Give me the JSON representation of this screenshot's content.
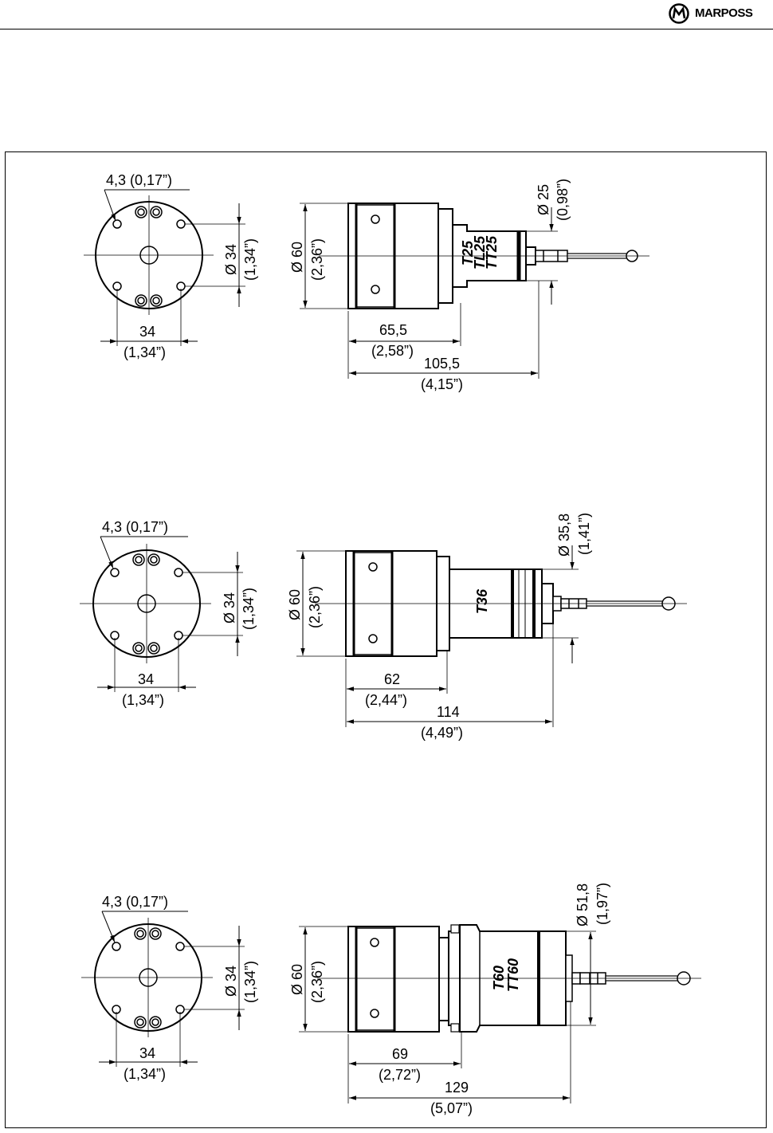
{
  "header": {
    "brand_name": "MARPOSS",
    "logo_icon": "marposs-logo-icon"
  },
  "views": [
    {
      "hole": "4,3  (0,17”)",
      "bolt_dia": "Ø 34",
      "bolt_dia_in": "(1,34”)",
      "bolt_span": "34",
      "bolt_span_in": "(1,34”)",
      "body_dia": "Ø 60",
      "body_dia_in": "(2,36”)",
      "head_dia": "Ø 25",
      "head_dia_in": "(0,98”)",
      "len1": "65,5",
      "len1_in": "(2,58”)",
      "len2": "105,5",
      "len2_in": "(4,15”)",
      "labels": [
        "T25",
        "TL25",
        "TT25"
      ]
    },
    {
      "hole": "4,3  (0,17”)",
      "bolt_dia": "Ø 34",
      "bolt_dia_in": "(1,34”)",
      "bolt_span": "34",
      "bolt_span_in": "(1,34”)",
      "body_dia": "Ø 60",
      "body_dia_in": "(2,36”)",
      "head_dia": "Ø 35,8",
      "head_dia_in": "(1,41”)",
      "len1": "62",
      "len1_in": "(2,44”)",
      "len2": "114",
      "len2_in": "(4,49”)",
      "labels": [
        "T36"
      ]
    },
    {
      "hole": "4,3  (0,17”)",
      "bolt_dia": "Ø 34",
      "bolt_dia_in": "(1,34”)",
      "bolt_span": "34",
      "bolt_span_in": "(1,34”)",
      "body_dia": "Ø 60",
      "body_dia_in": "(2,36”)",
      "head_dia": "Ø 51,8",
      "head_dia_in": "(1,97”)",
      "len1": "69",
      "len1_in": "(2,72”)",
      "len2": "129",
      "len2_in": "(5,07”)",
      "labels": [
        "T60",
        "TT60"
      ]
    }
  ]
}
